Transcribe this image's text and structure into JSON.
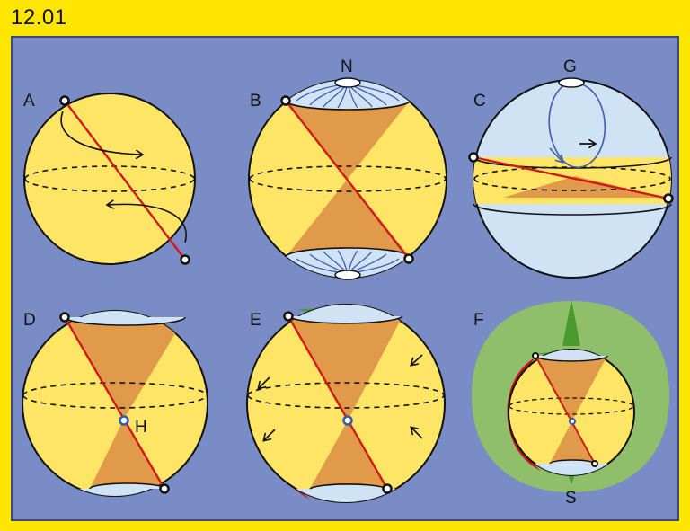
{
  "figure_number": "12.01",
  "panels": [
    {
      "id": "A",
      "label": "A"
    },
    {
      "id": "B",
      "label": "B"
    },
    {
      "id": "C",
      "label": "C"
    },
    {
      "id": "D",
      "label": "D"
    },
    {
      "id": "E",
      "label": "E"
    },
    {
      "id": "F",
      "label": "F"
    }
  ],
  "annotations": {
    "north_pole": "N",
    "geographic_pole": "G",
    "hotspot": "H",
    "south_pole": "S"
  },
  "colors": {
    "frame": "#ffe600",
    "background": "#7a8cc6",
    "sphere_fill": "#ffe566",
    "cone_fill": "#e09a4a",
    "ice_fill": "#cfe3f4",
    "axis_line": "#d11a1a",
    "green": "#4a9a2e",
    "green_light": "#8fbf6a",
    "red_crescent": "#c8141a"
  }
}
